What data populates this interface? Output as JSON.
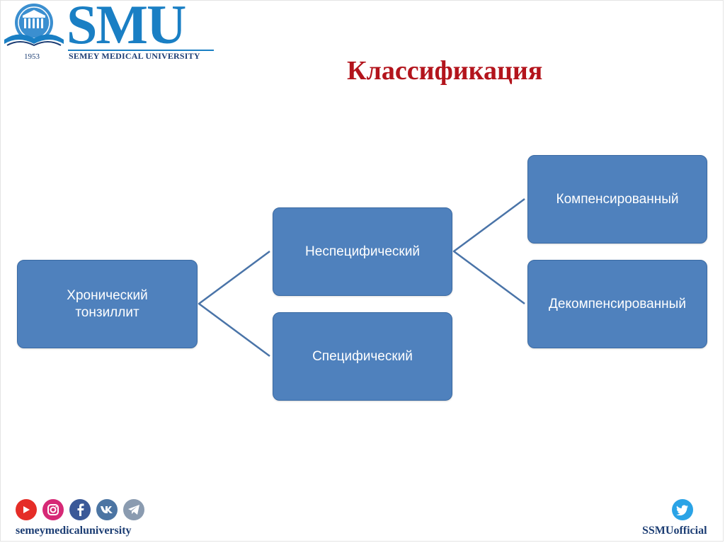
{
  "logo": {
    "wordmark": "SMU",
    "year": "1953",
    "university_name": "SEMEY MEDICAL UNIVERSITY"
  },
  "slide": {
    "title": "Классификация"
  },
  "diagram": {
    "root": "Хронический тонзиллит",
    "level1": [
      "Неспецифический",
      "Специфический"
    ],
    "level2": [
      "Компенсированный",
      "Декомпенсированный"
    ]
  },
  "footer": {
    "social_icons": [
      "youtube-icon",
      "instagram-icon",
      "facebook-icon",
      "vk-icon",
      "telegram-icon"
    ],
    "social_handle": "semeymedicaluniversity",
    "twitter_handle": "SSMUofficial"
  },
  "colors": {
    "node_fill": "#4f81bd",
    "connector": "#4a74a8",
    "title": "#b3141c",
    "brand_blue": "#1a7fc4"
  }
}
